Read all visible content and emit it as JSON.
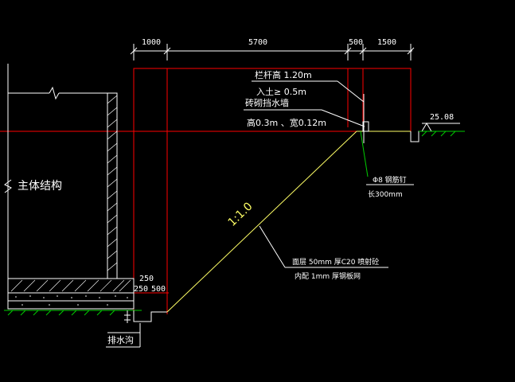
{
  "colors": {
    "background": "#000000",
    "red": "#ff0000",
    "white": "#ffffff",
    "yellow": "#ffff66",
    "green": "#00cc00"
  },
  "dimensions_top": [
    "1000",
    "5700",
    "500",
    "1500"
  ],
  "dimensions_left": [
    "250",
    "250",
    "500"
  ],
  "labels": {
    "main_structure": "主体结构",
    "railing_height": "栏杆高 1.20m",
    "embed_depth": "入土≥ 0.5m",
    "brick_wall": "砖砌挡水墙",
    "wall_size": "高0.3m  、宽0.12m",
    "slope_ratio": "1:1.0",
    "elevation": "25.08",
    "nail_spec": "Φ8 钢筋钉",
    "nail_length": "长300mm",
    "surface_layer": "面层 50mm 厚C20 喷射砼",
    "mesh_layer": "内配 1mm 厚钢板网",
    "drain_ditch": "排水沟"
  }
}
